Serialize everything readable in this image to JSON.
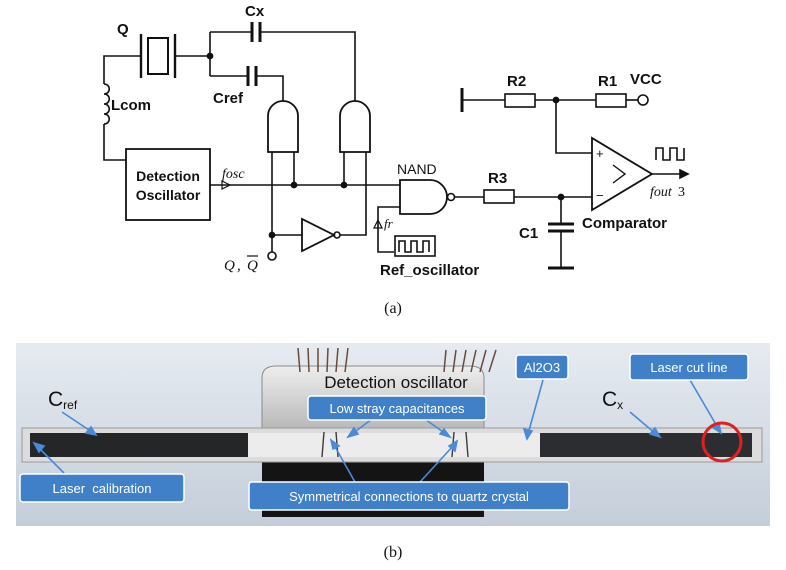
{
  "circuit": {
    "labels": {
      "q": "Q",
      "cx": "Cx",
      "cref": "Cref",
      "lcom": "Lcom",
      "detection_line1": "Detection",
      "detection_line2": "Oscillator",
      "fosc": "fosc",
      "nand": "NAND",
      "fr": "fr",
      "q_qbar_q": "Q",
      "q_qbar_sep": ",",
      "q_qbar_qbar": "Q",
      "ref_osc": "Ref_oscillator",
      "r1": "R1",
      "r2": "R2",
      "r3": "R3",
      "vcc": "VCC",
      "c1": "C1",
      "comparator": "Comparator",
      "fout": "fout",
      "fout_num": "3",
      "plus": "+",
      "minus": "−"
    },
    "caption": "(a)"
  },
  "photo": {
    "title": "Detection oscillator",
    "cref_main": "C",
    "cref_sub": "ref",
    "cx_main": "C",
    "cx_sub": "x",
    "callouts": {
      "al2o3": "Al2O3",
      "laser_cut": "Laser cut line",
      "low_stray": "Low stray capacitances",
      "laser_cal": "Laser  calibration",
      "symmetrical": "Symmetrical connections to quartz crystal"
    },
    "caption": "(b)"
  },
  "colors": {
    "callout_fill": "#3f80c8",
    "highlight_circle": "#e02020",
    "photo_background": "#cfd8e2"
  }
}
